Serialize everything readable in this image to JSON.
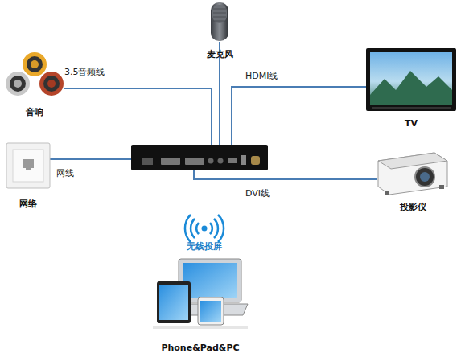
{
  "diagram": {
    "nodes": [
      {
        "text": [
          "麦克风"
        ]
      },
      {
        "text": [
          "音响"
        ]
      },
      {
        "text": [
          "TV"
        ]
      },
      {
        "text": [
          "网络"
        ]
      },
      {
        "text": [
          "投影仪"
        ]
      },
      {
        "text": [
          "无线投屏"
        ]
      },
      {
        "text": [
          "Phone&Pad&PC"
        ]
      }
    ],
    "labels": [
      "3.5音频线",
      "HDMI线",
      "网线",
      "DVI线"
    ]
  }
}
